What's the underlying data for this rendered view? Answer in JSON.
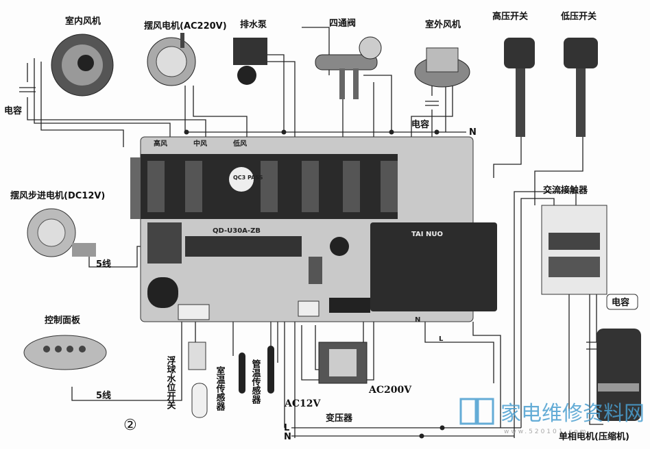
{
  "labels": {
    "indoor_fan": "室内风机",
    "swing_motor": "摆风电机(AC220V)",
    "drain_pump": "排水泵",
    "four_way_valve": "四通阀",
    "outdoor_fan": "室外风机",
    "high_pressure_switch": "高压开关",
    "low_pressure_switch": "低压开关",
    "capacitor_left": "电容",
    "capacitor_outdoor": "电容",
    "capacitor_compressor": "电容",
    "n_bus": "N",
    "ac_contactor": "交流接触器",
    "stepper_motor": "摆风步进电机(DC12V)",
    "stepper_wires": "5线",
    "control_panel": "控制面板",
    "panel_wires": "5线",
    "figure_number": "②",
    "float_switch": "浮球水位开关",
    "room_sensor": "室温传感器",
    "pipe_sensor": "管温传感器",
    "ac12v": "AC12V",
    "transformer": "变压器",
    "ac200v": "AC200V",
    "compressor": "单相电机(压缩机)",
    "line_l": "L",
    "line_n": "N",
    "board_n": "N",
    "board_l": "L"
  },
  "board": {
    "high_speed": "高风",
    "mid_speed": "中风",
    "low_speed": "低风",
    "model": "QD-U30A-ZB",
    "relay_brand": "TAI NUO",
    "qc_sticker": "QC3 PASS"
  },
  "watermark": {
    "text": "家电维修资料网",
    "url": "www.520101.com",
    "color": "#4a9fd0"
  }
}
